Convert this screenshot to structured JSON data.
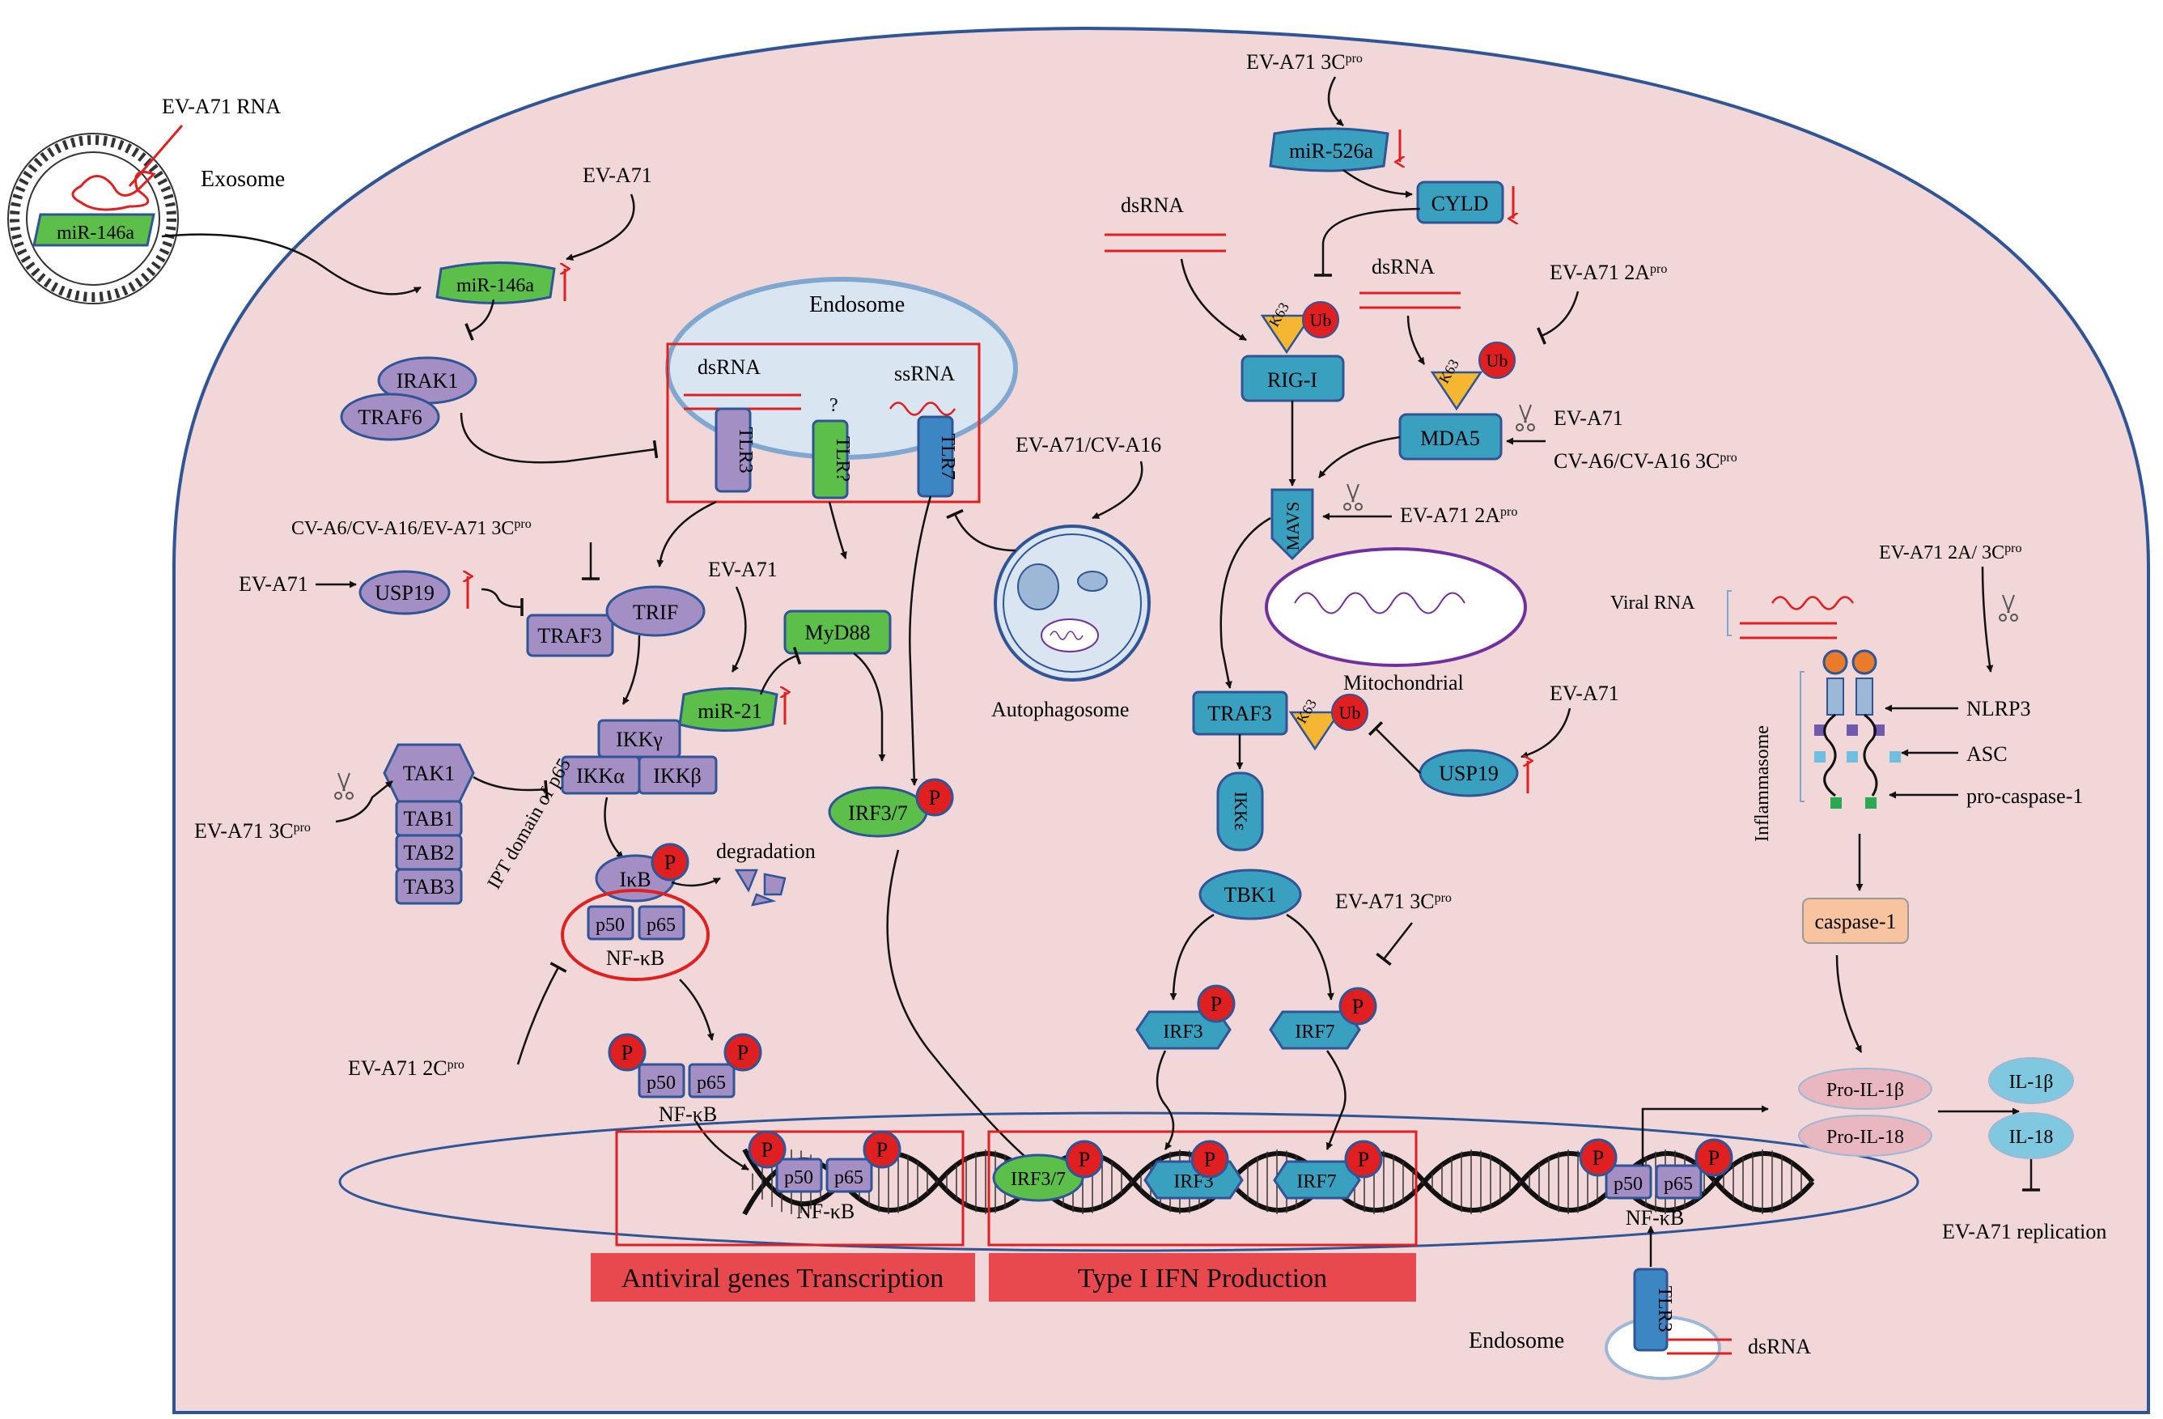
{
  "labels": {
    "ev_a71_rna": "EV-A71 RNA",
    "exosome": "Exosome",
    "mir146a_exo": "miR-146a",
    "ev_a71_a": "EV-A71",
    "mir146a": "miR-146a",
    "irak1": "IRAK1",
    "traf6": "TRAF6",
    "endosome": "Endosome",
    "dsrna_endo": "dsRNA",
    "ssrna_endo": "ssRNA",
    "q": "?",
    "tlr3": "TLR3",
    "tlrq": "TLR?",
    "tlr7": "TLR7",
    "ev_cv_a16": "EV-A71/CV-A16",
    "autophagosome": "Autophagosome",
    "cv_3c_main": "CV-A6/CV-A16/EV-A71 3C",
    "ev_a71_b": "EV-A71",
    "usp19_l": "USP19",
    "traf3_l": "TRAF3",
    "trif": "TRIF",
    "ev_a71_c": "EV-A71",
    "myd88": "MyD88",
    "mir21": "miR-21",
    "ikkg": "IKKγ",
    "ikka": "IKKα",
    "ikkb": "IKKβ",
    "tak1": "TAK1",
    "tab1": "TAB1",
    "tab2": "TAB2",
    "tab3": "TAB3",
    "ev_3c_tak": "EV-A71 3C",
    "ikb": "IκB",
    "degradation": "degradation",
    "p50": "p50",
    "p65": "p65",
    "nfkb": "NF-κB",
    "ipt": "IPT domain of p65",
    "ev_2c": "EV-A71 2C",
    "irf37": "IRF3/7",
    "p": "P",
    "antiviral": "Antiviral genes Transcription",
    "type1": "Type I IFN Production",
    "irf3": "IRF3",
    "irf7": "IRF7",
    "ev_3c_top": "EV-A71 3C",
    "mir526a": "miR-526a",
    "cyld": "CYLD",
    "dsrna_rig": "dsRNA",
    "dsrna_mda": "dsRNA",
    "ev_2a_top": "EV-A71 2A",
    "k63": "K63",
    "ub": "Ub",
    "rigi": "RIG-I",
    "mda5": "MDA5",
    "ev_a71_mda": "EV-A71",
    "cv_3c_mda": "CV-A6/CV-A16 3C",
    "mavs": "MAVS",
    "ev_2a_mavs": "EV-A71 2A",
    "mitochondrial": "Mitochondrial",
    "traf3_r": "TRAF3",
    "ev_a71_usp": "EV-A71",
    "usp19_r": "USP19",
    "ikke": "IKKε",
    "tbk1": "TBK1",
    "ev_3c_irf7": "EV-A71 3C",
    "ev_2a3c": "EV-A71 2A/ 3C",
    "viral_rna": "Viral RNA",
    "inflammasome": "Inflammasome",
    "nlrp3": "NLRP3",
    "asc": "ASC",
    "procasp": "pro-caspase-1",
    "casp1": "caspase-1",
    "proil1b": "Pro-IL-1β",
    "proil18": "Pro-IL-18",
    "il1b": "IL-1β",
    "il18": "IL-18",
    "ev_rep": "EV-A71 replication",
    "endosome_b": "Endosome",
    "tlr3_b": "TLR3",
    "dsrna_b": "dsRNA",
    "pro": "pro"
  }
}
